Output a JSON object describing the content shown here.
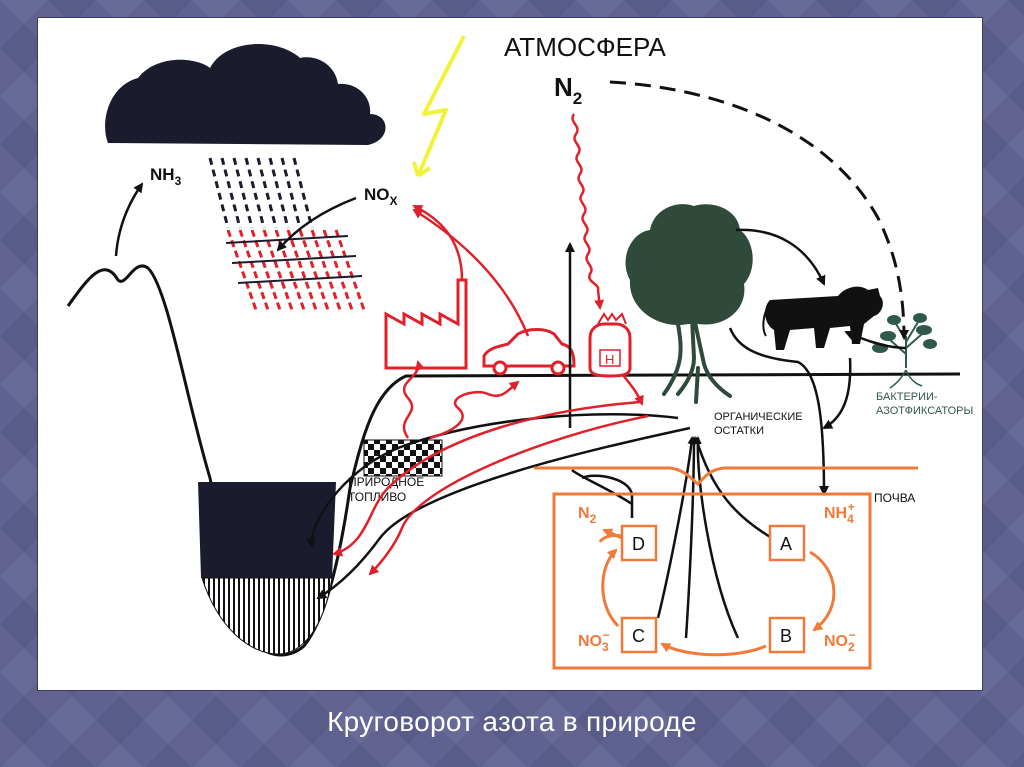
{
  "caption": "Круговорот азота в природе",
  "labels": {
    "atmosphere": "АТМОСФЕРА",
    "n2_top": "N",
    "n2_top_sub": "2",
    "nh3": "NH",
    "nh3_sub": "3",
    "nox": "NO",
    "nox_sub": "X",
    "organic_1": "ОРГАНИЧЕСКИЕ",
    "organic_2": "ОСТАТКИ",
    "bacteria_1": "БАКТЕРИИ-",
    "bacteria_2": "АЗОТФИКСАТОРЫ",
    "fuel_1": "ПРИРОДНОЕ",
    "fuel_2": "ТОПЛИВО",
    "soil": "ПОЧВА",
    "h_label": "H",
    "box_d": "D",
    "box_a": "A",
    "box_c": "C",
    "box_b": "B",
    "n2_box": "N",
    "n2_box_sub": "2",
    "nh4": "NH",
    "nh4_sub": "4",
    "nh4_sup": "+",
    "no3": "NO",
    "no3_sub": "3",
    "no3_sup": "−",
    "no2": "NO",
    "no2_sub": "2",
    "no2_sup": "−"
  },
  "colors": {
    "ink": "#111111",
    "red": "#e0202a",
    "orange": "#f07a3a",
    "tree": "#2f4a3a",
    "lightning": "#f2f23a",
    "bacteria_text": "#2f5a4a"
  }
}
